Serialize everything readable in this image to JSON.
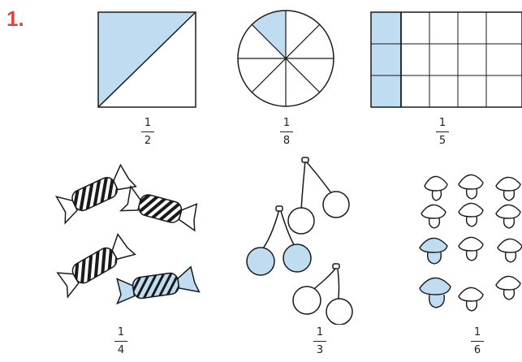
{
  "exercise": {
    "number": "1."
  },
  "figures": [
    {
      "kind": "square-triangle",
      "numerator": "1",
      "denominator": "2",
      "shaded_parts": 1,
      "total_parts": 2
    },
    {
      "kind": "circle-sectors",
      "numerator": "1",
      "denominator": "8",
      "shaded_parts": 1,
      "total_parts": 8
    },
    {
      "kind": "grid",
      "numerator": "1",
      "denominator": "5",
      "shaded_parts": 3,
      "total_parts": 15
    },
    {
      "kind": "candies",
      "numerator": "1",
      "denominator": "4",
      "shaded_parts": 1,
      "total_parts": 4
    },
    {
      "kind": "cherries",
      "numerator": "1",
      "denominator": "3",
      "shaded_parts": 2,
      "total_parts": 6
    },
    {
      "kind": "mushrooms",
      "numerator": "1",
      "denominator": "6",
      "shaded_parts": 2,
      "total_parts": 12
    }
  ],
  "colors": {
    "shade": "#bfdcf0",
    "stroke": "#1a1a1a",
    "accent": "#e0453d"
  }
}
